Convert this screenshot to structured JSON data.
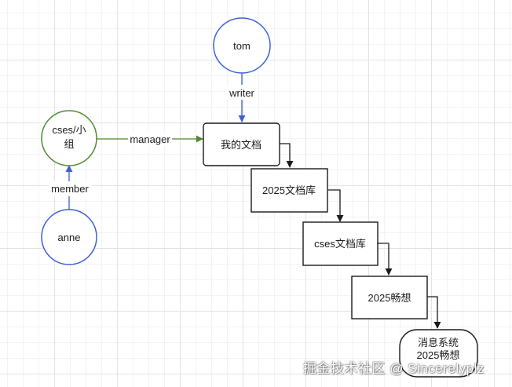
{
  "nodes": {
    "tom": "tom",
    "cses_group": [
      "cses/小",
      "组"
    ],
    "anne": "anne",
    "my_docs": "我的文档",
    "lib_2025": "2025文档库",
    "cses_lib": "cses文档库",
    "idea_2025": "2025畅想",
    "message_system": [
      "消息系统",
      "2025畅想"
    ]
  },
  "edges": {
    "writer": "writer",
    "manager": "manager",
    "member": "member"
  },
  "colors": {
    "user_stroke": "#3c5fd6",
    "group_stroke": "#4f8a2f",
    "doc_stroke": "#1a1a1a",
    "writer_arrow": "#3c5fd6",
    "member_arrow": "#3c5fd6",
    "manager_arrow": "#4f8a2f",
    "hierarchy_arrow": "#1a1a1a"
  },
  "watermark": "掘金技术社区 @ Sincerelyplz"
}
